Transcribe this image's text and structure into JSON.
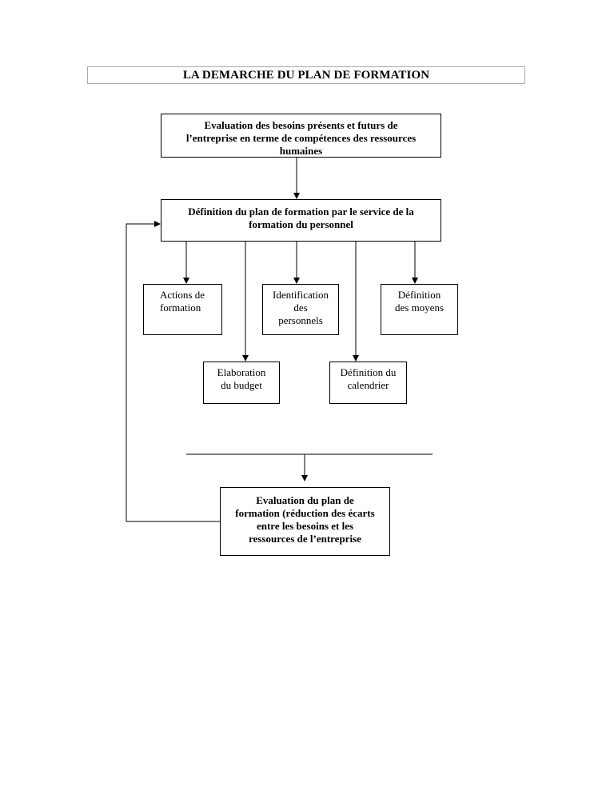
{
  "title": "LA DEMARCHE DU PLAN DE FORMATION",
  "nodes": {
    "besoins": "Evaluation des besoins présents et futurs de\nl’entreprise en terme de compétences des ressources\nhumaines",
    "definition": "Définition du plan de formation par le service de la\nformation du personnel",
    "actions": "Actions de\nformation",
    "identification": "Identification\ndes\npersonnels",
    "moyens": "Définition\ndes moyens",
    "budget": "Elaboration\ndu budget",
    "calendrier": "Définition du\ncalendrier",
    "evaluation": "Evaluation du plan de\nformation (réduction des écarts\nentre les besoins et les\nressources de l’entreprise"
  },
  "colors": {
    "line": "#000000",
    "title_border": "#aaaaaa"
  }
}
